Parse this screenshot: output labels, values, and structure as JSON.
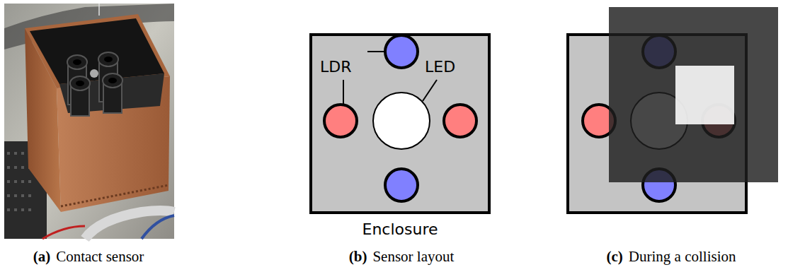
{
  "diagram": {
    "nodes": [
      {
        "text": [
          "Enclosure"
        ]
      }
    ],
    "labels": [
      "LDR",
      "LED",
      "(a)",
      "Contact sensor",
      "(b)",
      "Sensor layout",
      "(c)",
      "During a collision"
    ]
  }
}
